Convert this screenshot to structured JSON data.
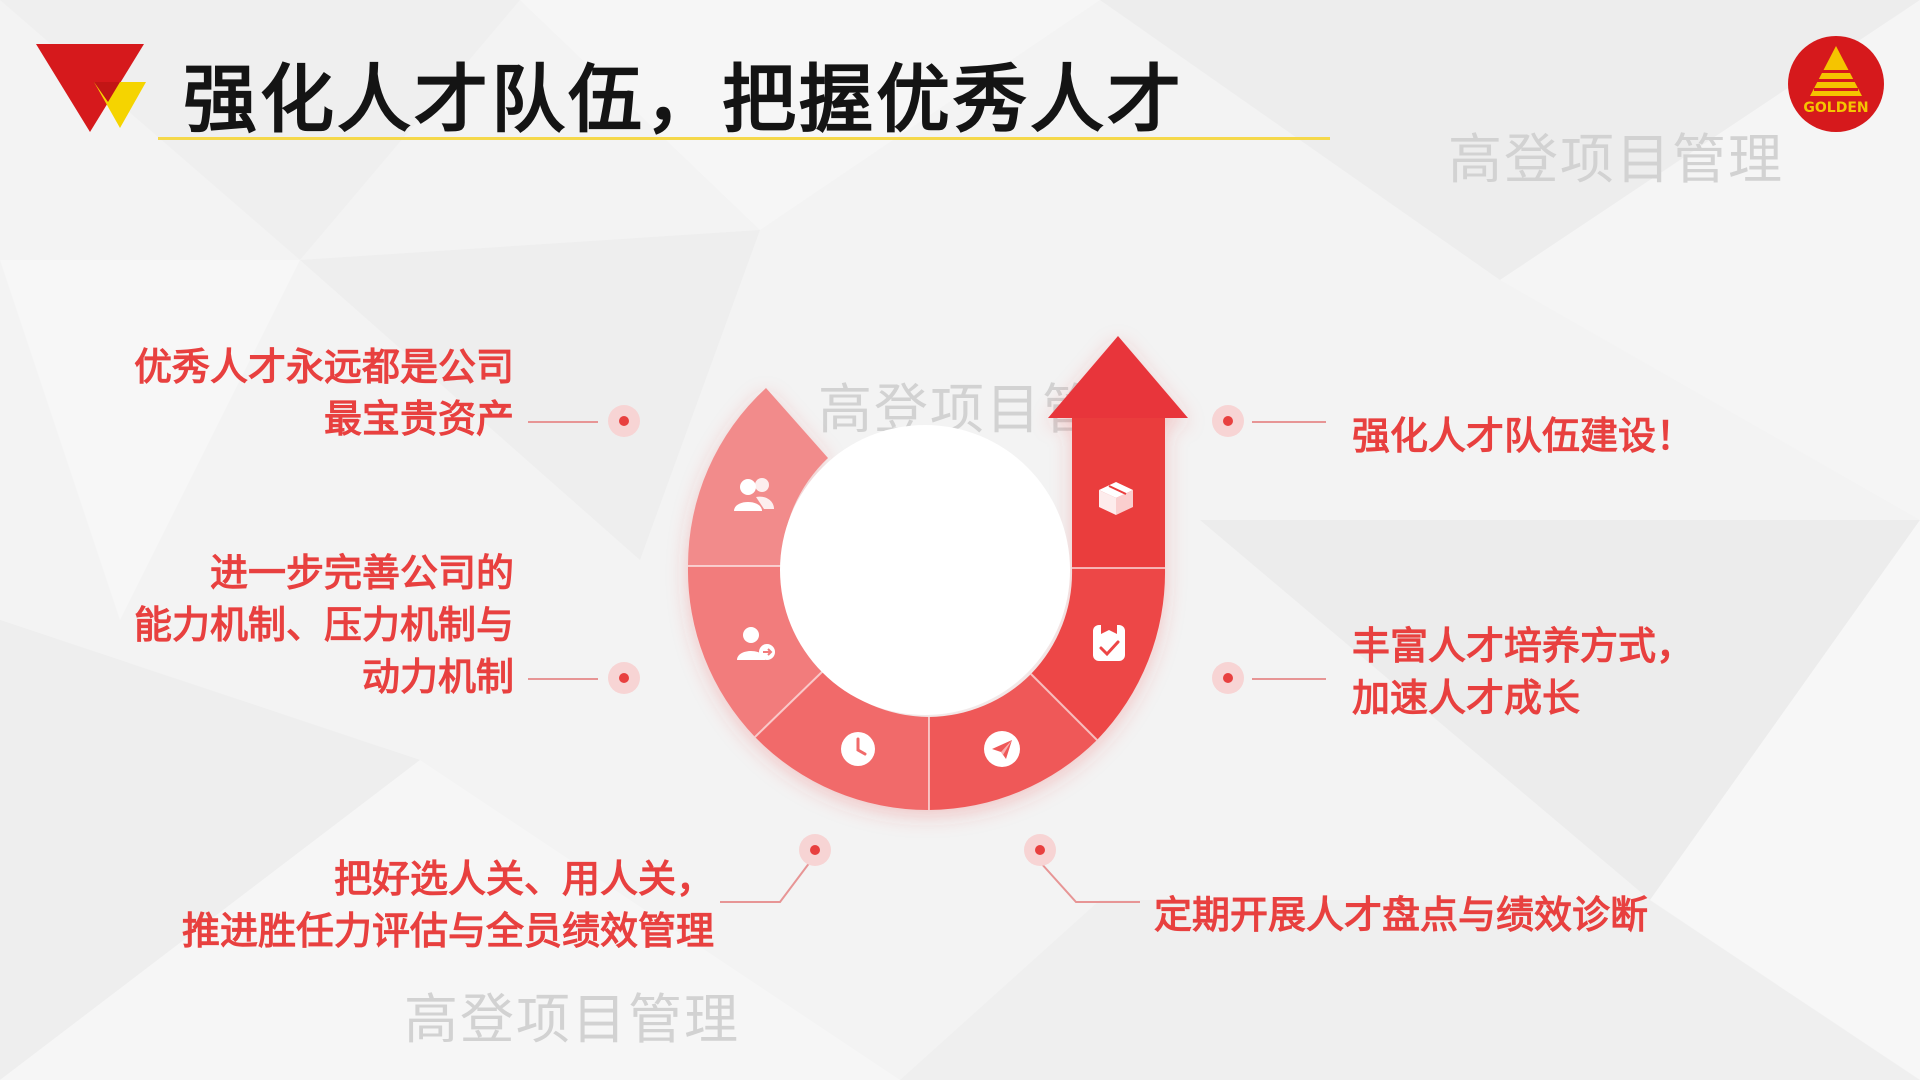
{
  "header": {
    "title": "强化人才队伍，把握优秀人才"
  },
  "logo": {
    "text": "GOLDEN",
    "color": "#d6191c"
  },
  "watermarks": [
    "高登项目管理",
    "高登项目管理",
    "高登项目管理"
  ],
  "points": [
    {
      "lines": [
        "优秀人才永远都是公司",
        "最宝贵资产"
      ],
      "icon": "people-icon"
    },
    {
      "lines": [
        "进一步完善公司的",
        "能力机制、压力机制与",
        "动力机制"
      ],
      "icon": "user-transfer-icon"
    },
    {
      "lines": [
        "把好选人关、用人关，",
        "推进胜任力评估与全员绩效管理"
      ],
      "icon": "clock-icon"
    },
    {
      "lines": [
        "定期开展人才盘点与绩效诊断"
      ],
      "icon": "paper-plane-icon"
    },
    {
      "lines": [
        "丰富人才培养方式，",
        "加速人才成长"
      ],
      "icon": "checklist-icon"
    },
    {
      "lines": [
        "强化人才队伍建设！"
      ],
      "icon": "box-icon"
    }
  ],
  "colors": {
    "accent": "#e8403f",
    "title_underline": "#f5d84a",
    "logo_red": "#d6191c",
    "logo_yellow": "#f5c400"
  }
}
